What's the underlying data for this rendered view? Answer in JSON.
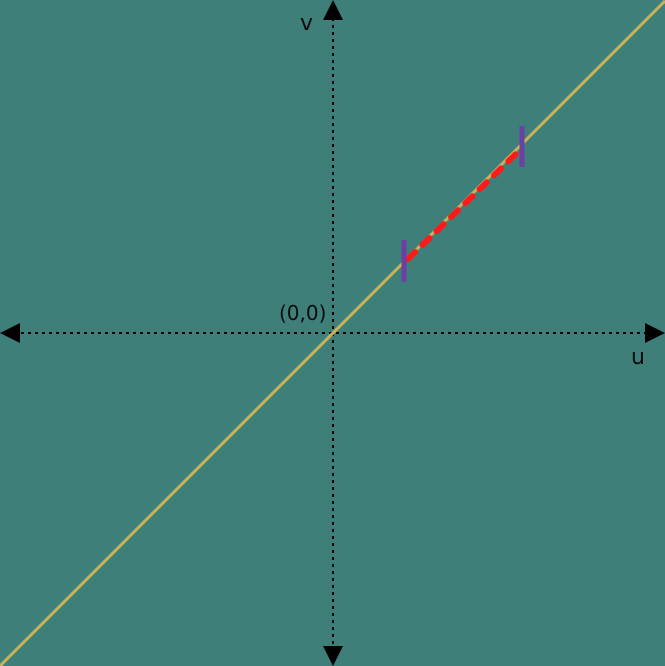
{
  "diagram": {
    "axis_labels": {
      "u": "u",
      "v": "v",
      "origin": "(0,0)"
    },
    "colors": {
      "background": "#3f7f7a",
      "axes": "#000000",
      "diagonal": "#c7b25a",
      "segment_markers": "#6b3fa3",
      "segment_dashes": "#ff1a1a"
    }
  }
}
